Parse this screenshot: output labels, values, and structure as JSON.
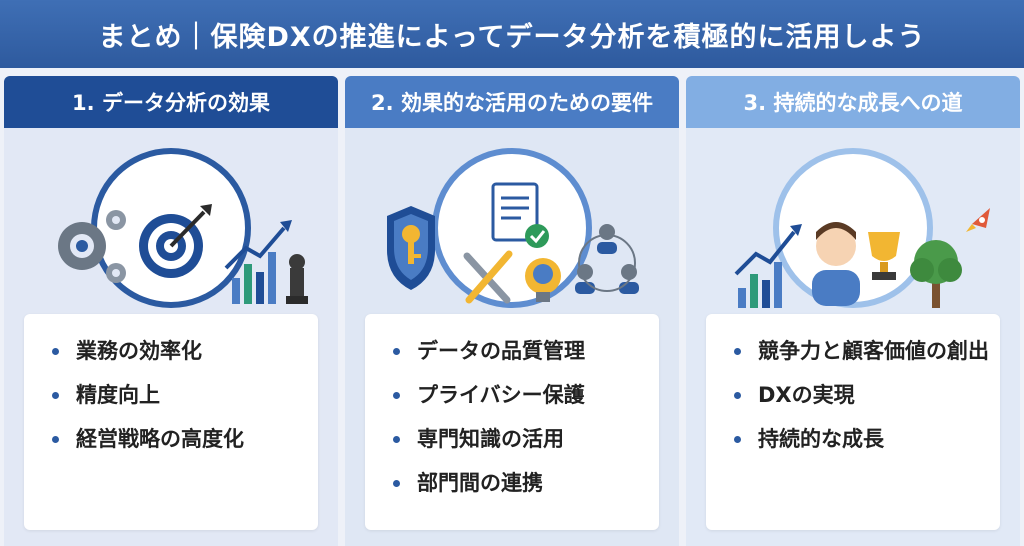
{
  "title": "まとめ｜保険DXの推進によってデータ分析を積極的に活用しよう",
  "columns": [
    {
      "heading": "1. データ分析の効果",
      "items": [
        "業務の効率化",
        "精度向上",
        "経営戦略の高度化"
      ]
    },
    {
      "heading": "2. 効果的な活用のための要件",
      "items": [
        "データの品質管理",
        "プライバシー保護",
        "専門知識の活用",
        "部門間の連携"
      ]
    },
    {
      "heading": "3. 持続的な成長への道",
      "items": [
        "競争力と顧客価値の創出",
        "DXの実現",
        "持続的な成長"
      ]
    }
  ],
  "colors": {
    "primary": "#1f4d96",
    "mid": "#4a7cc4",
    "light": "#82aee3"
  }
}
